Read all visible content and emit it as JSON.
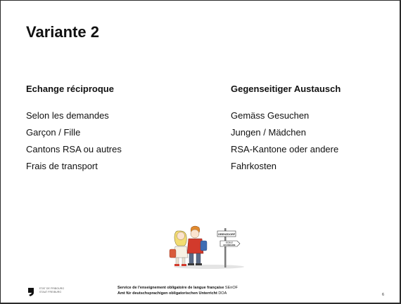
{
  "slide": {
    "title": "Variante 2",
    "left_column": {
      "heading": "Echange réciproque",
      "items": [
        "Selon les demandes",
        "Garçon / Fille",
        "Cantons RSA ou autres",
        "Frais de transport"
      ]
    },
    "right_column": {
      "heading": "Gegenseitiger Austausch",
      "items": [
        "Gemäss Gesuchen",
        "Jungen / Mädchen",
        "RSA-Kantone oder andere",
        "Fahrkosten"
      ]
    },
    "illustration": {
      "icon": "children-signpost-illustration",
      "sign_top": "GRENZDORF",
      "sign_mid_1": "ECOLE",
      "sign_mid_2": "BOUNDARIE"
    },
    "footer": {
      "canton_line_1": "ETAT DE FRIBOURG",
      "canton_line_2": "STAAT FREIBURG",
      "service_fr_bold": "Service de l'enseignement obligatoire de langue française",
      "service_fr_abbr": "SEnOF",
      "service_de_bold": "Amt für deutschsprachigen obligatorischen Unterricht",
      "service_de_abbr": "DOA",
      "page_number": "6"
    },
    "colors": {
      "text": "#111111",
      "border": "#2b2b2b",
      "kid_shirt_red": "#d23a2c",
      "kid_hair_orange": "#e08a2e",
      "kid_shirt_yellow": "#f2dc72"
    }
  }
}
